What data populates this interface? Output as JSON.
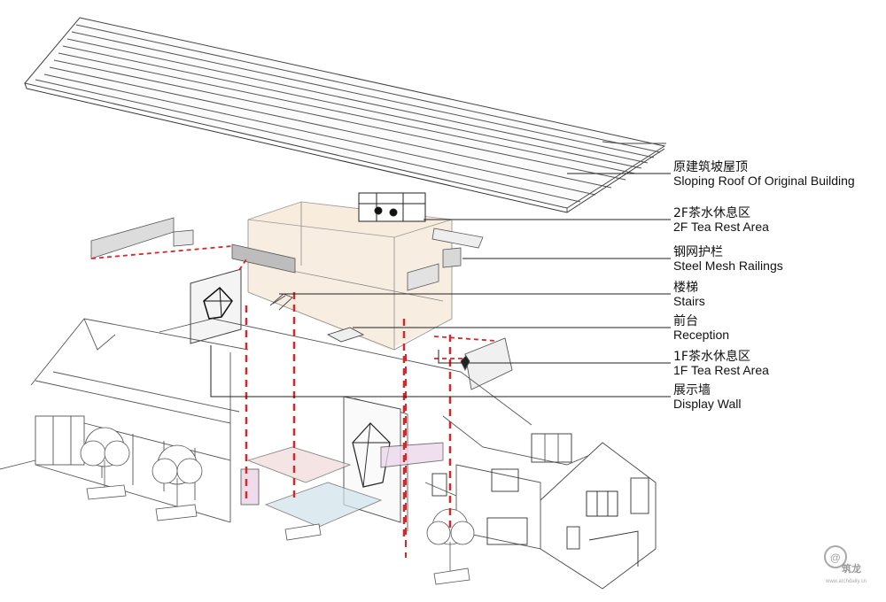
{
  "labels": [
    {
      "cn": "原建筑坡屋顶",
      "en": "Sloping Roof Of Original Building"
    },
    {
      "cn": "2F茶水休息区",
      "en": "2F Tea Rest Area"
    },
    {
      "cn": "钢网护栏",
      "en": "Steel Mesh Railings"
    },
    {
      "cn": "楼梯",
      "en": "Stairs"
    },
    {
      "cn": "前台",
      "en": "Reception"
    },
    {
      "cn": "1F茶水休息区",
      "en": "1F Tea Rest Area"
    },
    {
      "cn": "展示墙",
      "en": "Display Wall"
    }
  ],
  "watermark": {
    "text": "筑龙",
    "url": "www.archdaily.cn"
  },
  "colors": {
    "leader": "#222222",
    "dash": "#d62828",
    "tint2f": "#f3e3cf",
    "line": "#555555"
  }
}
